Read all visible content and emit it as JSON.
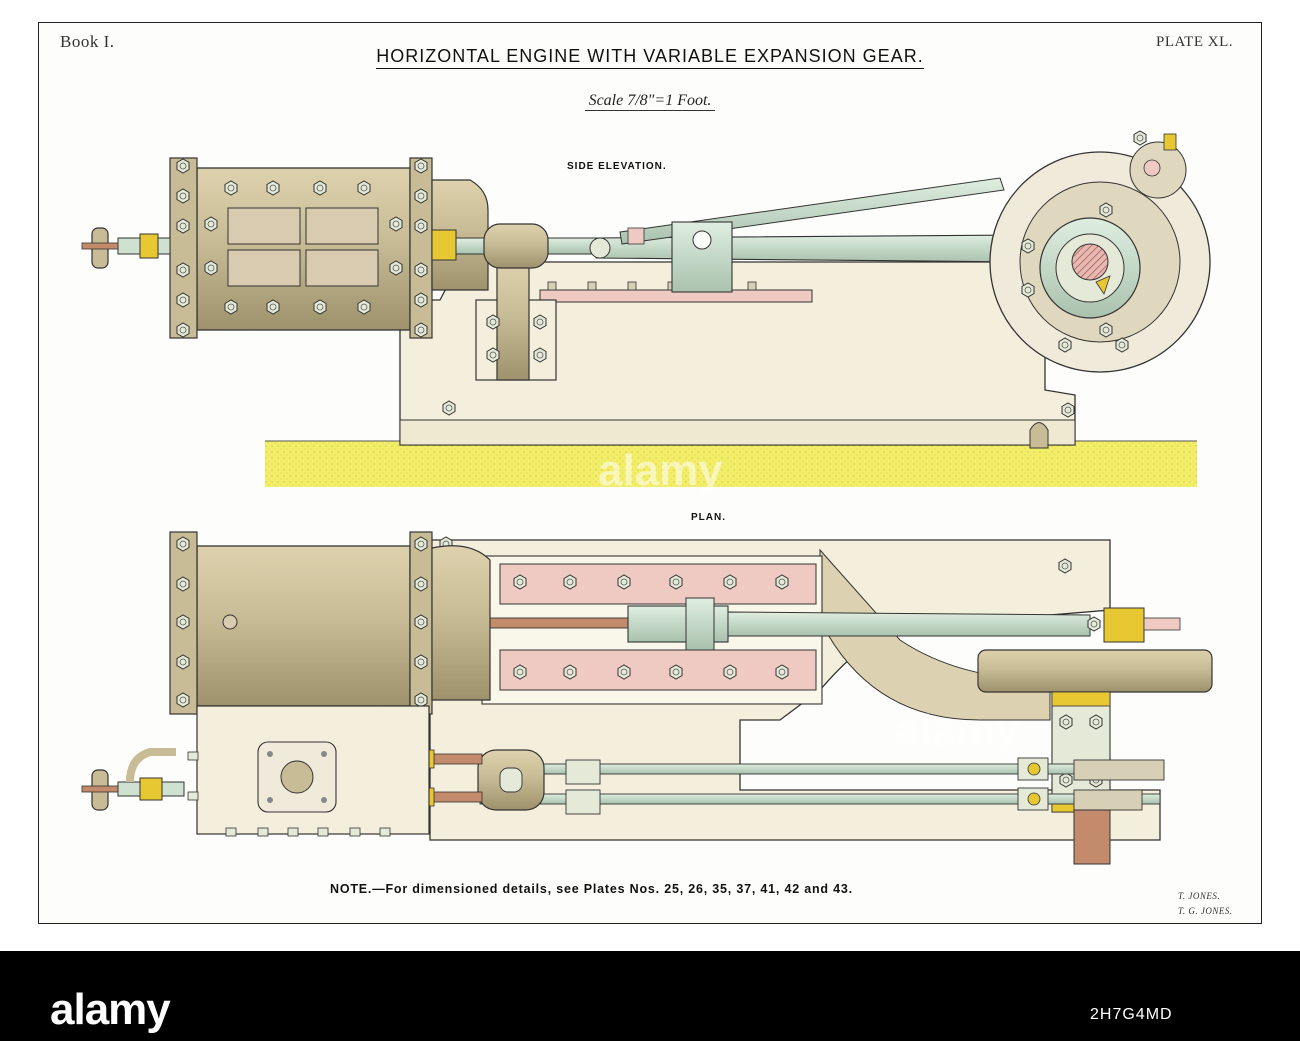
{
  "plate": {
    "book": "Book I.",
    "plate_no": "PLATE XL.",
    "title": "HORIZONTAL ENGINE WITH VARIABLE EXPANSION GEAR.",
    "scale": "Scale 7/8\"=1 Foot.",
    "side_label": "SIDE ELEVATION.",
    "plan_label": "PLAN.",
    "note": "NOTE.—For dimensioned details, see Plates Nos. 25, 26, 35, 37, 41, 42 and 43.",
    "draftsman_1": "T. JONES.",
    "draftsman_2": "T. G. JONES."
  },
  "colors": {
    "cylinder": "#c8bc96",
    "cylinder_dark": "#a89c74",
    "bed": "#f4efdd",
    "rod": "#cfe2d2",
    "brass": "#e8c832",
    "guide_pink": "#efcac3",
    "foundation": "#f2ee6a",
    "copper": "#c48a6c",
    "outline": "#333333"
  },
  "footer": {
    "brand": "alamy",
    "image_id": "2H7G4MD",
    "watermark": "alamy"
  }
}
